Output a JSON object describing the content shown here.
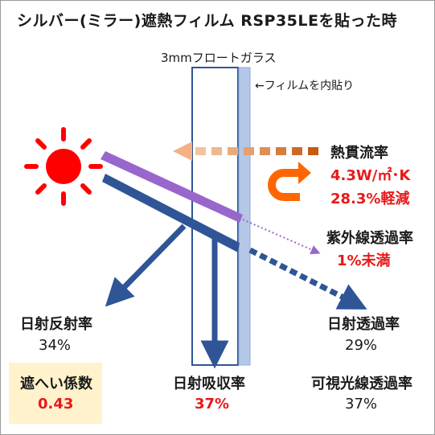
{
  "title": "シルバー(ミラー)遮熱フィルム RSP35LEを貼った時",
  "glass_label": "3mmフロートガラス",
  "film_label": "←フィルムを内貼り",
  "heat_flow": {
    "label": "熱貫流率",
    "value": "4.3W/㎡･K",
    "reduction": "28.3%軽減"
  },
  "uv": {
    "label": "紫外線透過率",
    "value": "1%未満"
  },
  "solar_reflectance": {
    "label": "日射反射率",
    "value": "34%"
  },
  "solar_transmittance": {
    "label": "日射透過率",
    "value": "29%"
  },
  "solar_absorptance": {
    "label": "日射吸収率",
    "value": "37%"
  },
  "visible_transmittance": {
    "label": "可視光線透過率",
    "value": "37%"
  },
  "shgc": {
    "label": "遮へい係数",
    "value": "0.43"
  },
  "colors": {
    "sun": "#ff0000",
    "solar_beam": "#2f5597",
    "uv_beam": "#9966cc",
    "heat_arrow": "#c55a11",
    "heat_arrow_light": "#f4b183",
    "u_turn": "#ff6600",
    "film": "#b4c7e7",
    "accent_text": "#e8191a",
    "shgc_bg": "#fff2cc"
  },
  "icons": [
    "sun-icon",
    "u-turn-arrow-icon"
  ]
}
